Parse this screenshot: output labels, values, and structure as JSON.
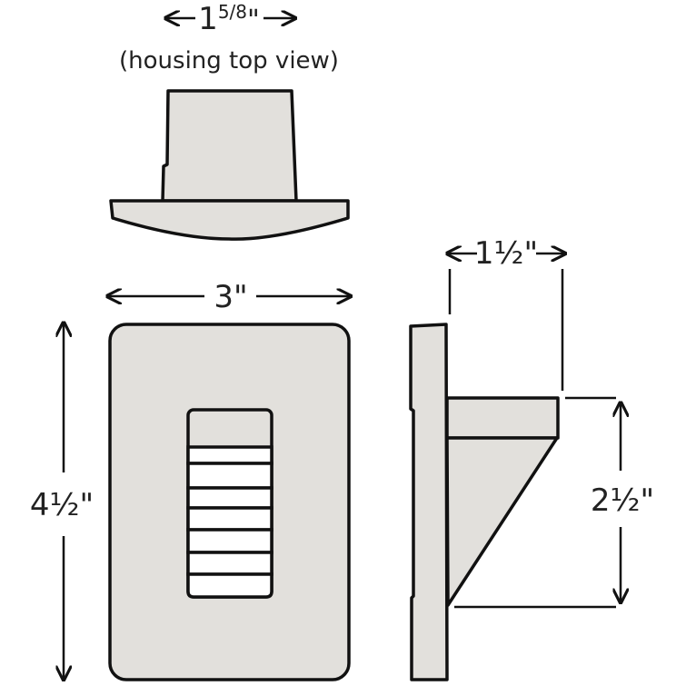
{
  "top_view": {
    "width_whole": "1",
    "width_fraction": "5/8",
    "width_unit": "\"",
    "caption": "(housing top view)"
  },
  "front_view": {
    "width_label": "3\"",
    "height_label": "4½\""
  },
  "side_view": {
    "depth_label": "1½\"",
    "housing_height_label": "2½\""
  },
  "colors": {
    "part_fill": "#e2e0dc",
    "outline": "#111111",
    "window_slats": "#ffffff"
  }
}
